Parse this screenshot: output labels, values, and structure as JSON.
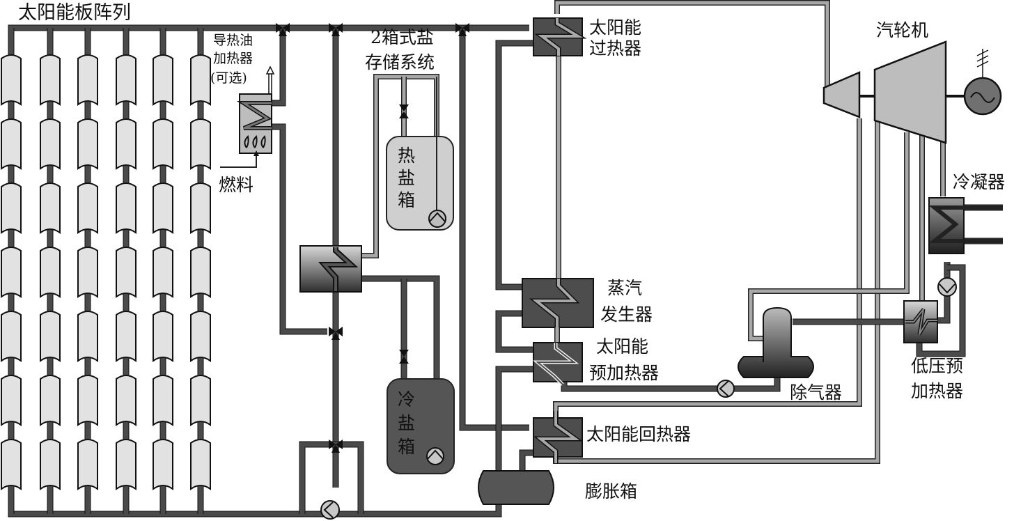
{
  "title": "太阳能板阵列",
  "labels": {
    "solar_array": "太阳能板阵列",
    "oil_heater": [
      "导热油",
      "加热器",
      "(可选)"
    ],
    "fuel": "燃料",
    "storage_system": [
      "2箱式盐",
      "存储系统"
    ],
    "hot_salt_tank": [
      "热",
      "盐",
      "箱"
    ],
    "cold_salt_tank": [
      "冷",
      "盐",
      "箱"
    ],
    "solar_superheater": [
      "太阳能",
      "过热器"
    ],
    "turbine": "汽轮机",
    "condenser": "冷凝器",
    "steam_generator": [
      "蒸汽",
      "发生器"
    ],
    "solar_preheater": [
      "太阳能",
      "预加热器"
    ],
    "deaerator": "除气器",
    "lp_preheater": [
      "低压预",
      "加热器"
    ],
    "solar_reheater": "太阳能回热器",
    "expansion_tank": "膨胀箱"
  },
  "collector_array": {
    "columns": 6,
    "rows": 7
  },
  "colors": {
    "collector_fill": "#e2e2e2",
    "pipe_dark": "#4a4a4a",
    "pipe_light": "#a8a8a8",
    "hot_tank": "#cfcfcf",
    "cold_tank": "#555555",
    "hx_dark": "#4d4d4d",
    "turbine_fill": "#bdbdbd"
  }
}
